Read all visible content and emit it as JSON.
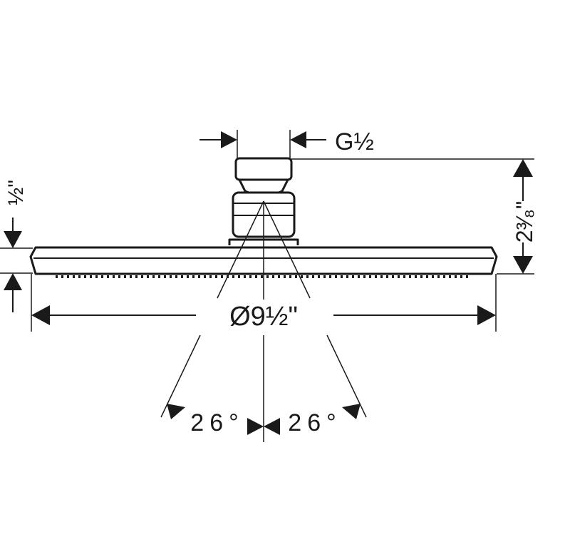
{
  "labels": {
    "thread": "G½",
    "diameter": "Ø9½\"",
    "height": "2³⁄₈\"",
    "plate_thickness": "½\"",
    "angle_left": "26°",
    "angle_right": "26°"
  },
  "colors": {
    "line": "#1a1a1a",
    "background": "#ffffff"
  }
}
